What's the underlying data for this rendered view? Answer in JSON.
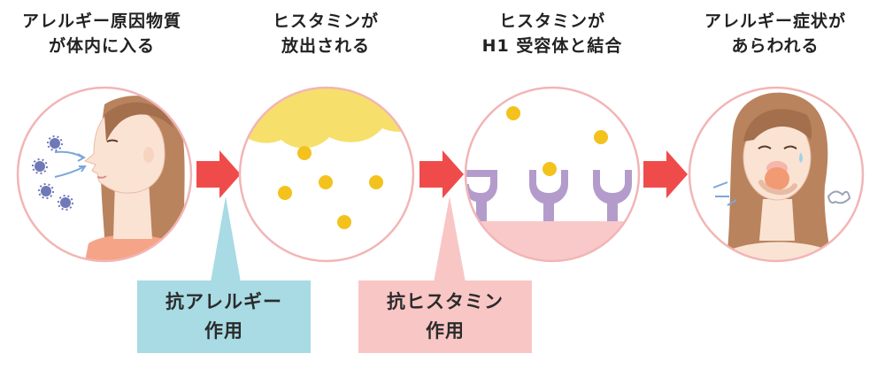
{
  "steps": [
    {
      "line1": "アレルギー原因物質",
      "line2": "が体内に入る",
      "icon": "woman-inhaling-allergen-icon"
    },
    {
      "line1": "ヒスタミンが",
      "line2": "放出される",
      "icon": "mast-cell-histamine-release-icon"
    },
    {
      "line1": "ヒスタミンが",
      "line2": "H1 受容体と結合",
      "icon": "h1-receptor-binding-icon"
    },
    {
      "line1": "アレルギー症状が",
      "line2": "あらわれる",
      "icon": "woman-sneezing-icon"
    }
  ],
  "callouts": [
    {
      "line1": "抗アレルギー",
      "line2": "作用",
      "color": "#a8dbe4"
    },
    {
      "line1": "抗ヒスタミン",
      "line2": "作用",
      "color": "#f9c6c6"
    }
  ],
  "colors": {
    "circle_border": "#f2b5b5",
    "arrow": "#f04b4b",
    "histamine": "#f3c21d",
    "cell": "#f6e06b",
    "receptor": "#b39ccc",
    "membrane": "#f9c9c9",
    "allergen": "#6f79b8"
  }
}
